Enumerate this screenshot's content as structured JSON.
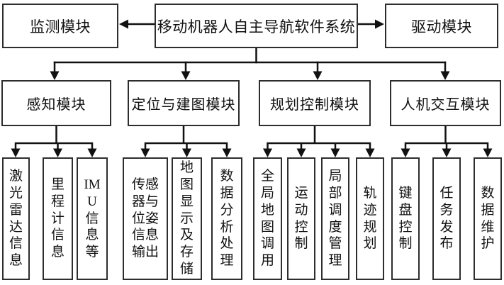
{
  "diagram": {
    "root": {
      "label": "移动机器人自主导航软件系统"
    },
    "monitor": {
      "label": "监测模块"
    },
    "drive": {
      "label": "驱动模块"
    },
    "modules": [
      {
        "label": "感知模块",
        "children": [
          "激光雷达信息",
          "里程计信息",
          "IMU信息等"
        ]
      },
      {
        "label": "定位与建图模块",
        "children": [
          "传感器与位姿信息输出",
          "地图显示及存储",
          "数据分析处理"
        ]
      },
      {
        "label": "规划控制模块",
        "children": [
          "全局地图调用",
          "运动控制",
          "局部调度管理",
          "轨迹规划"
        ]
      },
      {
        "label": "人机交互模块",
        "children": [
          "键盘控制",
          "任务发布",
          "数据维护"
        ]
      }
    ],
    "colors": {
      "line": "#111111",
      "box_border": "#2d2d2d",
      "box_background": "#ffffff",
      "text": "#111111"
    }
  }
}
